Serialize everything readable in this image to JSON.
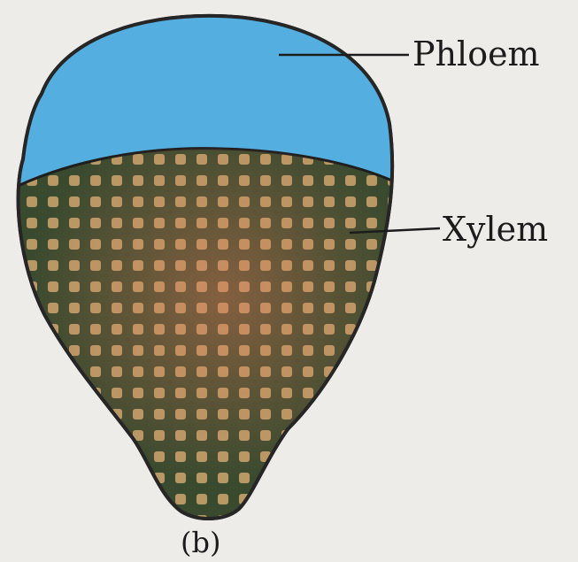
{
  "diagram": {
    "labels": {
      "phloem": "Phloem",
      "xylem": "Xylem",
      "caption": "(b)"
    },
    "colors": {
      "background": "#eeece8",
      "phloem_fill": "#52a8dc",
      "xylem_dark": "#3e4a30",
      "xylem_cell": "#b89966",
      "xylem_cell_warm": "#d39066",
      "outline": "#222222",
      "bundle_edge": "#4fa8da"
    }
  }
}
